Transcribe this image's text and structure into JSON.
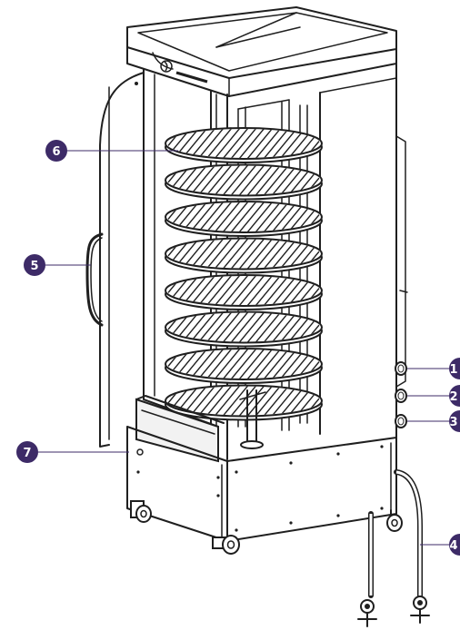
{
  "colors": {
    "callout": "#3d2b67",
    "line": "#1f1f1f",
    "tray": "#f2f2f2"
  },
  "callouts": [
    {
      "id": "callout-1",
      "number": "1"
    },
    {
      "id": "callout-2",
      "number": "2"
    },
    {
      "id": "callout-3",
      "number": "3"
    },
    {
      "id": "callout-4",
      "number": "4"
    },
    {
      "id": "callout-5",
      "number": "5"
    },
    {
      "id": "callout-6",
      "number": "6"
    },
    {
      "id": "callout-7",
      "number": "7"
    }
  ],
  "diagram": {
    "tray_count": 8
  }
}
